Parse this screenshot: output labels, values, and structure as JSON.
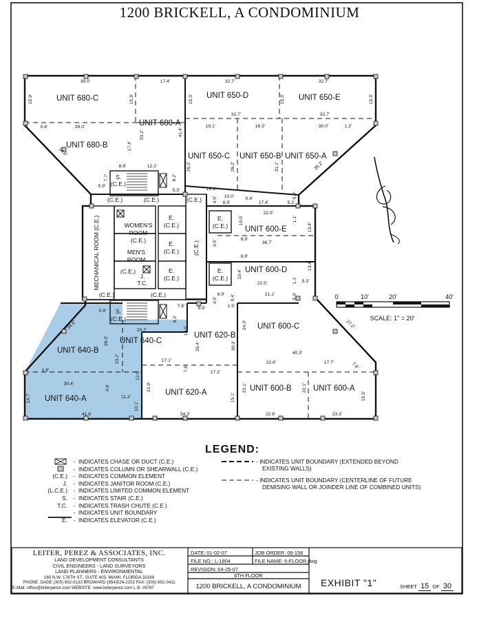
{
  "title": "1200 BRICKELL, A CONDOMINIUM",
  "units": [
    {
      "id": "u680c",
      "label": "UNIT 680-C"
    },
    {
      "id": "u680a",
      "label": "UNIT 680-A"
    },
    {
      "id": "u680b",
      "label": "UNIT 680-B"
    },
    {
      "id": "u650d",
      "label": "UNIT 650-D"
    },
    {
      "id": "u650e",
      "label": "UNIT 650-E"
    },
    {
      "id": "u650c",
      "label": "UNIT 650-C"
    },
    {
      "id": "u650b",
      "label": "UNIT 650-B"
    },
    {
      "id": "u650a",
      "label": "UNIT 650-A"
    },
    {
      "id": "u600e",
      "label": "UNIT 600-E"
    },
    {
      "id": "u600d",
      "label": "UNIT 600-D"
    },
    {
      "id": "u600c",
      "label": "UNIT 600-C"
    },
    {
      "id": "u600b",
      "label": "UNIT 600-B"
    },
    {
      "id": "u600a",
      "label": "UNIT 600-A"
    },
    {
      "id": "u620b",
      "label": "UNIT 620-B"
    },
    {
      "id": "u620a",
      "label": "UNIT 620-A"
    },
    {
      "id": "u640b",
      "label": "UNIT 640-B"
    },
    {
      "id": "u640c",
      "label": "UNIT 640-C"
    },
    {
      "id": "u640a",
      "label": "UNIT 640-A"
    }
  ],
  "core": {
    "womens_room": [
      "WOMEN'S",
      "ROOM",
      "(C.E.)"
    ],
    "mens_room": [
      "MEN'S",
      "ROOM"
    ],
    "mechanical_room": "MECHANICAL ROOM (C.E.)",
    "ce": "(C.E.)",
    "elevator": "E.",
    "stair": "S.",
    "janitor": "J.",
    "trash": "T.C."
  },
  "dimensions": {
    "d39a": "39.0'",
    "d174a": "17.4'",
    "d327a": "32.7'",
    "d327b": "32.7'",
    "d159a": "15.9'",
    "d159b": "15.9'",
    "d153a": "15.3'",
    "d153b": "15.3'",
    "d153c": "15.3'",
    "d327c": "32.7'",
    "d327d": "32.7'",
    "d06": "0.6'",
    "d39b": "39.0'",
    "d332": "33.2'",
    "d414": "41.4'",
    "d191a": "19.1'",
    "d163": "16.3'",
    "d300": "30.0'",
    "d12": "1.2'",
    "d346": "34.6'",
    "d174b": "17.4'",
    "d262a": "26.2'",
    "d262b": "26.2'",
    "d311": "31.1'",
    "d352": "35.2'",
    "d86": "8.6'",
    "d121": "12.1'",
    "d77": "7.7'",
    "d82a": "8.2'",
    "d59a": "5.9'",
    "d53a": "5.3'",
    "d191b": "19.1'",
    "d100a": "10.0'",
    "d04": "0.4'",
    "d45a": "4.5'",
    "d89a": "8.9'",
    "d174c": "17.4'",
    "d52": "5.2'",
    "d50a": "5.0'",
    "d225a": "22.5'",
    "d11a": "1.1'",
    "d100b": "10.0'",
    "d134a": "13.4'",
    "d45b": "4.5'",
    "d89b": "8.9'",
    "d367": "36.7'",
    "d89c": "8.9'",
    "d104": "10.4'",
    "d134b": "13.4'",
    "d225b": "22.5'",
    "d11b": "1.1'",
    "d53b": "5.3'",
    "d211": "21.1'",
    "d50b": "5.0'",
    "d89d": "8.9'",
    "d45c": "4.5'",
    "d04b": "0.4'",
    "d15": "1.5'",
    "d68": "6.8'",
    "d59b": "5.9'",
    "d76": "7.6'",
    "d82b": "8.2'",
    "d207": "20.7'",
    "d186": "18.6'",
    "d346b": "34.6'",
    "d263": "26.3'",
    "d264": "26.4'",
    "d309": "30.9'",
    "d243": "24.3'",
    "d272": "27.2'",
    "d232": "23.2'",
    "d171": "17.1'",
    "d403": "40.3'",
    "d18": "1.8'",
    "d126": "12.6'",
    "d78": "7.8'",
    "d172": "17.2'",
    "d226a": "22.6'",
    "d177": "17.7'",
    "d76b": "7.6'",
    "d304": "30.4'",
    "d46": "4.6'",
    "d229": "22.9'",
    "d221a": "22.1'",
    "d221b": "22.1'",
    "d147": "14.7'",
    "d112": "11.2'",
    "d101": "10.1'",
    "d151": "15.1'",
    "d165": "16.5'",
    "d416": "41.6'",
    "d343": "34.3'",
    "d226b": "22.6'",
    "d233": "23.3'"
  },
  "scale": {
    "ticks": [
      "0",
      "10'",
      "20'",
      "40'"
    ],
    "label": "SCALE: 1\" = 20'"
  },
  "legend": {
    "title": "LEGEND:",
    "left": [
      {
        "key": "",
        "text": "INDICATES CHASE OR DUCT (C.E.)"
      },
      {
        "key": "",
        "text": "INDICATES COLUMN OR SHEARWALL (C.E.)"
      },
      {
        "key": "(C.E.)",
        "text": "INDICATES COMMON ELEMENT"
      },
      {
        "key": "J.",
        "text": "INDICATES JANITOR ROOM (C.E.)"
      },
      {
        "key": "(L.C.E.)",
        "text": "INDICATES LIMITED COMMON ELEMENT"
      },
      {
        "key": "S.",
        "text": "INDICATES STAIR (C.E.)"
      },
      {
        "key": "T.C.",
        "text": "INDICATES TRASH CHUTE (C.E.)"
      },
      {
        "key": "",
        "text": "INDICATES UNIT BOUNDARY"
      },
      {
        "key": "E.",
        "text": "INDICATES ELEVATOR (C.E.)"
      }
    ],
    "right1": [
      "INDICATES UNIT BOUNDARY (EXTENDED BEYOND",
      "EXISTING WALLS)"
    ],
    "right2": [
      "INDICATES UNIT BOUNDARY (CENTERLINE OF FUTURE",
      "DEMISING WALL OR JOINDER LINE OF COMBINED UNITS)"
    ]
  },
  "firm": {
    "name": "LEITER, PEREZ & ASSOCIATES, INC.",
    "lines": [
      "LAND DEVELOPMENT CONSULTANTS",
      "CIVIL ENGINEERS - LAND SURVEYORS",
      "LAND PLANNERS - ENVIRONMENTAL",
      "160 N.W. 176TH ST., SUITE 403, MIAMI, FLORIDA 33169",
      "PHONE: DADE (305) 652-5133  BROWARD (954)524-2202  FAX: (305) 652-0411",
      "E-Mail: office@leiterperez.com  WEBSITE: www.leiterperez.com  L.B. #6787"
    ]
  },
  "titleblock": {
    "date": "DATE:  01-02-07",
    "job": "JOB ORDER:  06-158",
    "fileno": "FILE NO.: L-1804",
    "filename": "FILE NAME:  6-FLOOR.dwg",
    "revision": "REVISION:  04-25-07",
    "floor": "6TH FLOOR",
    "project": "1200 BRICKELL, A CONDOMINIUM",
    "exhibit": "EXHIBIT \"1\"",
    "sheet_pre": "SHEET",
    "sheet_no": "15",
    "sheet_of": "OF",
    "sheet_total": "30"
  }
}
